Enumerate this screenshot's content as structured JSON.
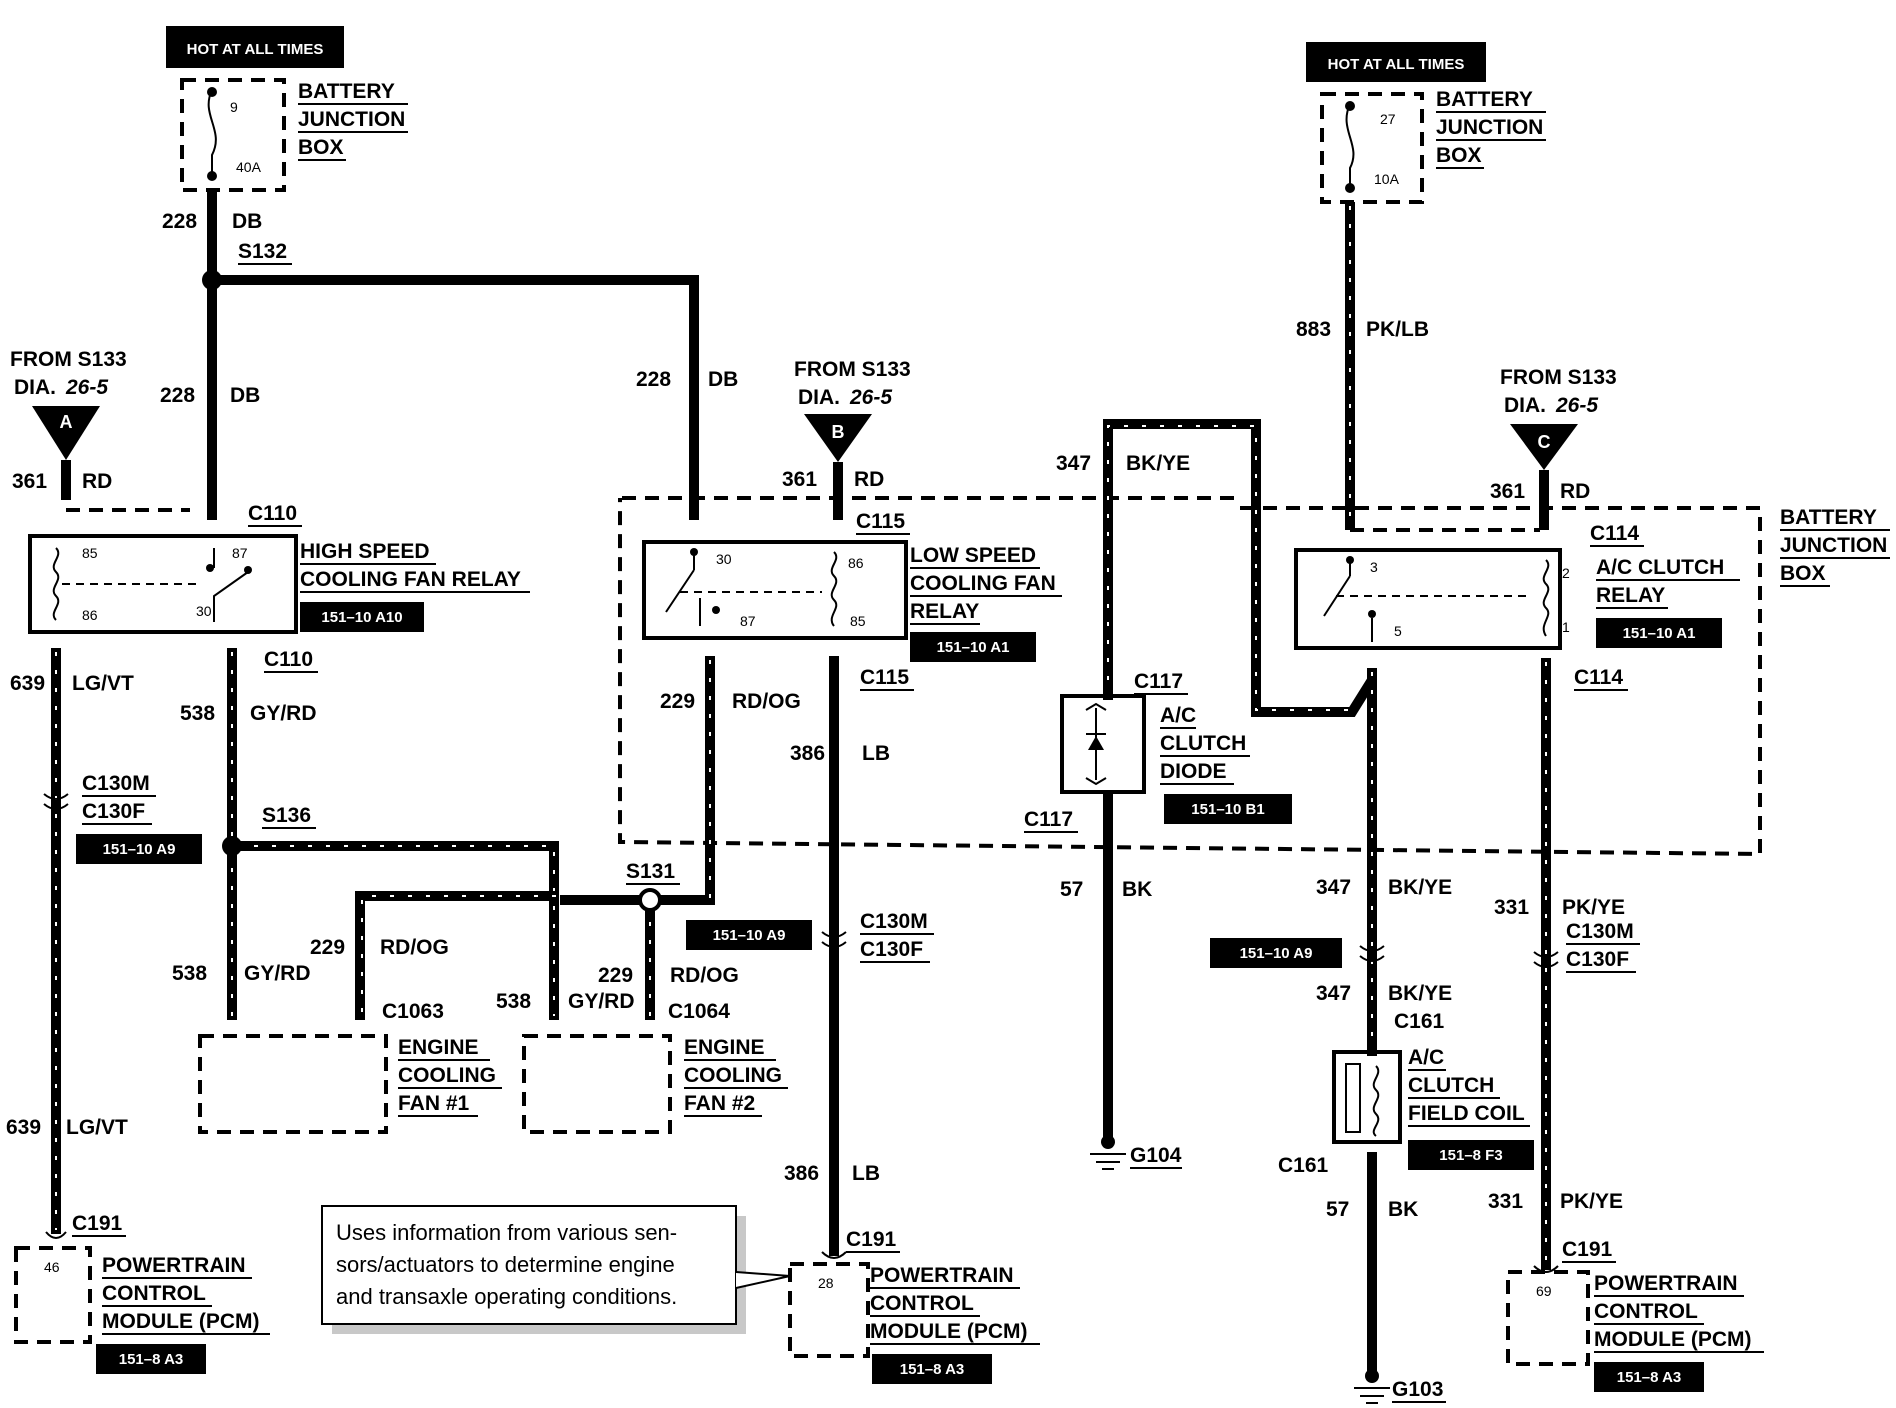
{
  "hot_labels": [
    "HOT AT ALL TIMES",
    "HOT AT ALL TIMES"
  ],
  "fuse_left": {
    "num": "9",
    "amp": "40A",
    "label": [
      "BATTERY",
      "JUNCTION",
      "BOX"
    ]
  },
  "fuse_right": {
    "num": "27",
    "amp": "10A",
    "label": [
      "BATTERY",
      "JUNCTION",
      "BOX"
    ]
  },
  "from": {
    "line1": "FROM S133",
    "line2": "DIA.",
    "line2b": "26-5"
  },
  "markers": [
    "A",
    "B",
    "C"
  ],
  "relays": {
    "high": {
      "name": [
        "HIGH SPEED",
        "COOLING FAN RELAY"
      ],
      "ref": "151–10 A10",
      "pins": [
        "85",
        "87",
        "86",
        "30"
      ]
    },
    "low": {
      "name": [
        "LOW SPEED",
        "COOLING FAN",
        "RELAY"
      ],
      "ref": "151–10 A1",
      "pins": [
        "30",
        "86",
        "87",
        "85"
      ]
    },
    "ac": {
      "name": [
        "A/C  CLUTCH",
        "RELAY"
      ],
      "ref": "151–10 A1",
      "pins": [
        "3",
        "2",
        "5",
        "1"
      ]
    }
  },
  "bjb_right": [
    "BATTERY",
    "JUNCTION",
    "BOX"
  ],
  "diode": {
    "name": [
      "A/C",
      "CLUTCH",
      "DIODE"
    ],
    "ref": "151–10 B1"
  },
  "coil": {
    "name": [
      "A/C",
      "CLUTCH",
      "FIELD COIL"
    ],
    "ref": "151–8 F3"
  },
  "fans": {
    "fan1": [
      "ENGINE",
      "COOLING",
      "FAN #1"
    ],
    "fan2": [
      "ENGINE",
      "COOLING",
      "FAN #2"
    ]
  },
  "pcm": {
    "name": [
      "POWERTRAIN",
      "CONTROL",
      "MODULE (PCM)"
    ],
    "ref": "151–8 A3",
    "pins": [
      "46",
      "28",
      "69"
    ]
  },
  "refs": {
    "a9": "151–10 A9"
  },
  "grounds": [
    "G104",
    "G103"
  ],
  "note": [
    "Uses information from various sen-",
    "sors/actuators to determine engine",
    "and transaxle operating conditions."
  ],
  "splices": [
    "S132",
    "S136",
    "S131"
  ],
  "connectors": {
    "c110": "C110",
    "c115": "C115",
    "c114": "C114",
    "c117": "C117",
    "c130m": "C130M",
    "c130f": "C130F",
    "c191": "C191",
    "c161": "C161",
    "c1063": "C1063",
    "c1064": "C1064"
  },
  "wires": [
    {
      "circuit": "228",
      "color": "DB"
    },
    {
      "circuit": "361",
      "color": "RD"
    },
    {
      "circuit": "639",
      "color": "LG/VT"
    },
    {
      "circuit": "538",
      "color": "GY/RD"
    },
    {
      "circuit": "229",
      "color": "RD/OG"
    },
    {
      "circuit": "386",
      "color": "LB"
    },
    {
      "circuit": "347",
      "color": "BK/YE"
    },
    {
      "circuit": "57",
      "color": "BK"
    },
    {
      "circuit": "883",
      "color": "PK/LB"
    },
    {
      "circuit": "331",
      "color": "PK/YE"
    }
  ]
}
